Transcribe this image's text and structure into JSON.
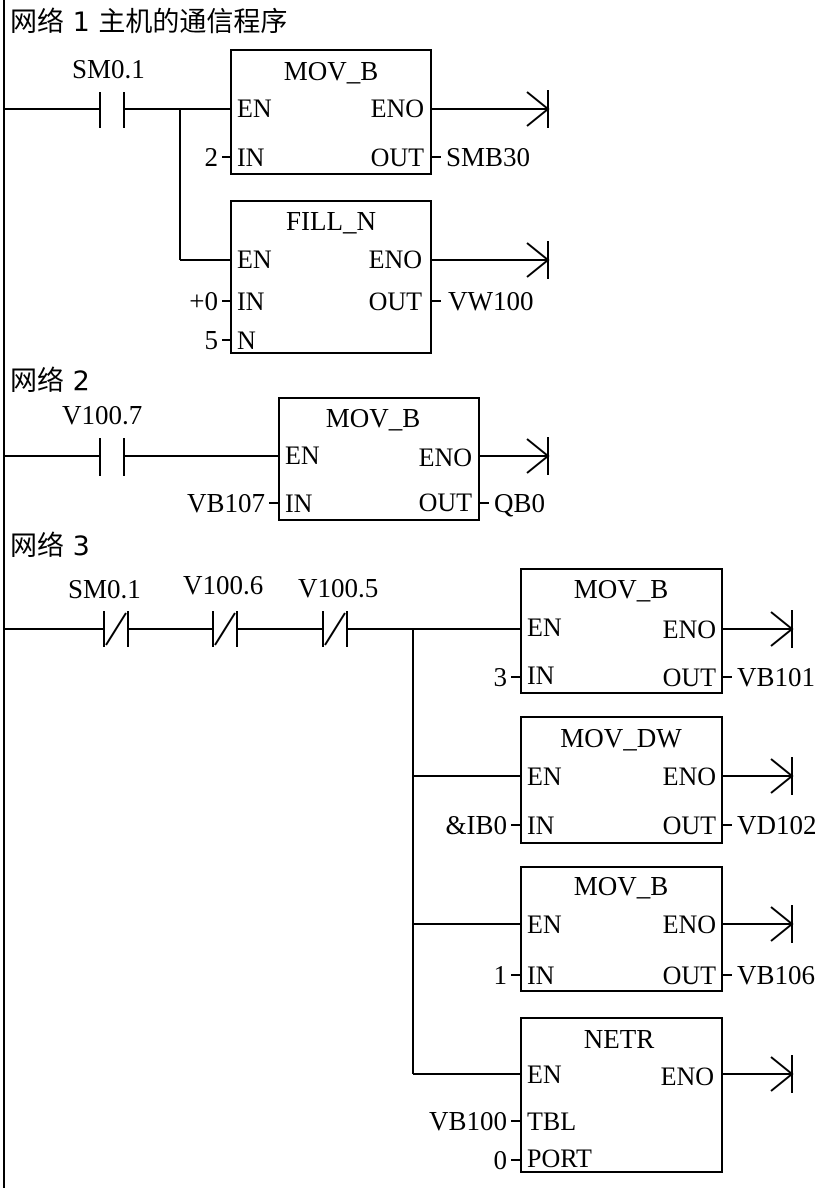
{
  "networks": [
    {
      "id": "n1",
      "title": "网络 1   主机的通信程序"
    },
    {
      "id": "n2",
      "title": "网络 2"
    },
    {
      "id": "n3",
      "title": "网络 3"
    }
  ],
  "contacts": {
    "n1_sm01": "SM0.1",
    "n2_v1007": "V100.7",
    "n3_sm01": "SM0.1",
    "n3_v1006": "V100.6",
    "n3_v1005": "V100.5"
  },
  "blocks": {
    "n1_b1": {
      "name": "MOV_B",
      "en": "EN",
      "eno": "ENO",
      "in_pin": "IN",
      "out_pin": "OUT",
      "in_val": "2",
      "out_val": "SMB30"
    },
    "n1_b2": {
      "name": "FILL_N",
      "en": "EN",
      "eno": "ENO",
      "in_pin": "IN",
      "out_pin": "OUT",
      "n_pin": "N",
      "in_val": "+0",
      "out_val": "VW100",
      "n_val": "5"
    },
    "n2_b1": {
      "name": "MOV_B",
      "en": "EN",
      "eno": "ENO",
      "in_pin": "IN",
      "out_pin": "OUT",
      "in_val": "VB107",
      "out_val": "QB0"
    },
    "n3_b1": {
      "name": "MOV_B",
      "en": "EN",
      "eno": "ENO",
      "in_pin": "IN",
      "out_pin": "OUT",
      "in_val": "3",
      "out_val": "VB101"
    },
    "n3_b2": {
      "name": "MOV_DW",
      "en": "EN",
      "eno": "ENO",
      "in_pin": "IN",
      "out_pin": "OUT",
      "in_val": "&IB0",
      "out_val": "VD102"
    },
    "n3_b3": {
      "name": "MOV_B",
      "en": "EN",
      "eno": "ENO",
      "in_pin": "IN",
      "out_pin": "OUT",
      "in_val": "1",
      "out_val": "VB106"
    },
    "n3_b4": {
      "name": "NETR",
      "en": "EN",
      "eno": "ENO",
      "tbl_pin": "TBL",
      "port_pin": "PORT",
      "tbl_val": "VB100",
      "port_val": "0"
    }
  }
}
